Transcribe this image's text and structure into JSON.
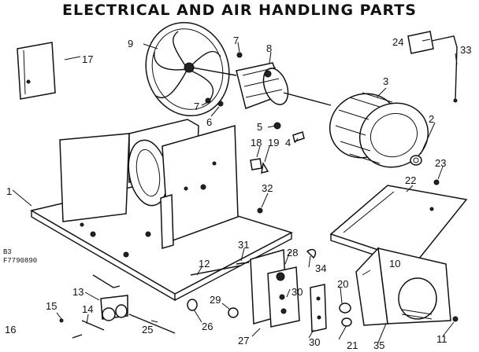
{
  "diagram": {
    "title": "ELECTRICAL AND AIR HANDLING PARTS",
    "model_code_line1": "B3",
    "model_code_line2": "F7790890",
    "callouts": [
      "1",
      "2",
      "3",
      "4",
      "5",
      "6",
      "7",
      "7",
      "8",
      "9",
      "10",
      "11",
      "12",
      "13",
      "14",
      "15",
      "16",
      "17",
      "18",
      "19",
      "20",
      "21",
      "22",
      "23",
      "24",
      "25",
      "26",
      "27",
      "28",
      "29",
      "30",
      "30",
      "31",
      "32",
      "33",
      "34",
      "35"
    ]
  }
}
